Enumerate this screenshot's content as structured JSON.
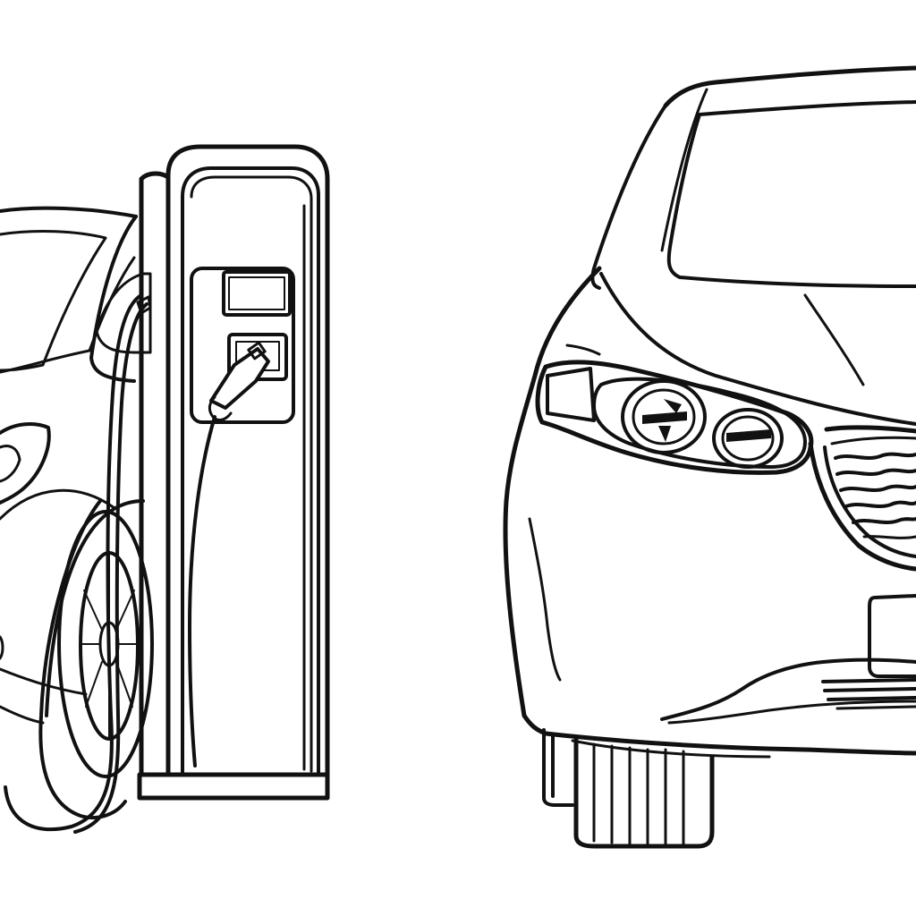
{
  "scene": {
    "kind": "line-art illustration",
    "subjects": [
      "electric-car-left",
      "charging-station",
      "car-front-right"
    ],
    "colors": {
      "background": "#ffffff",
      "ink": "#111111"
    }
  }
}
